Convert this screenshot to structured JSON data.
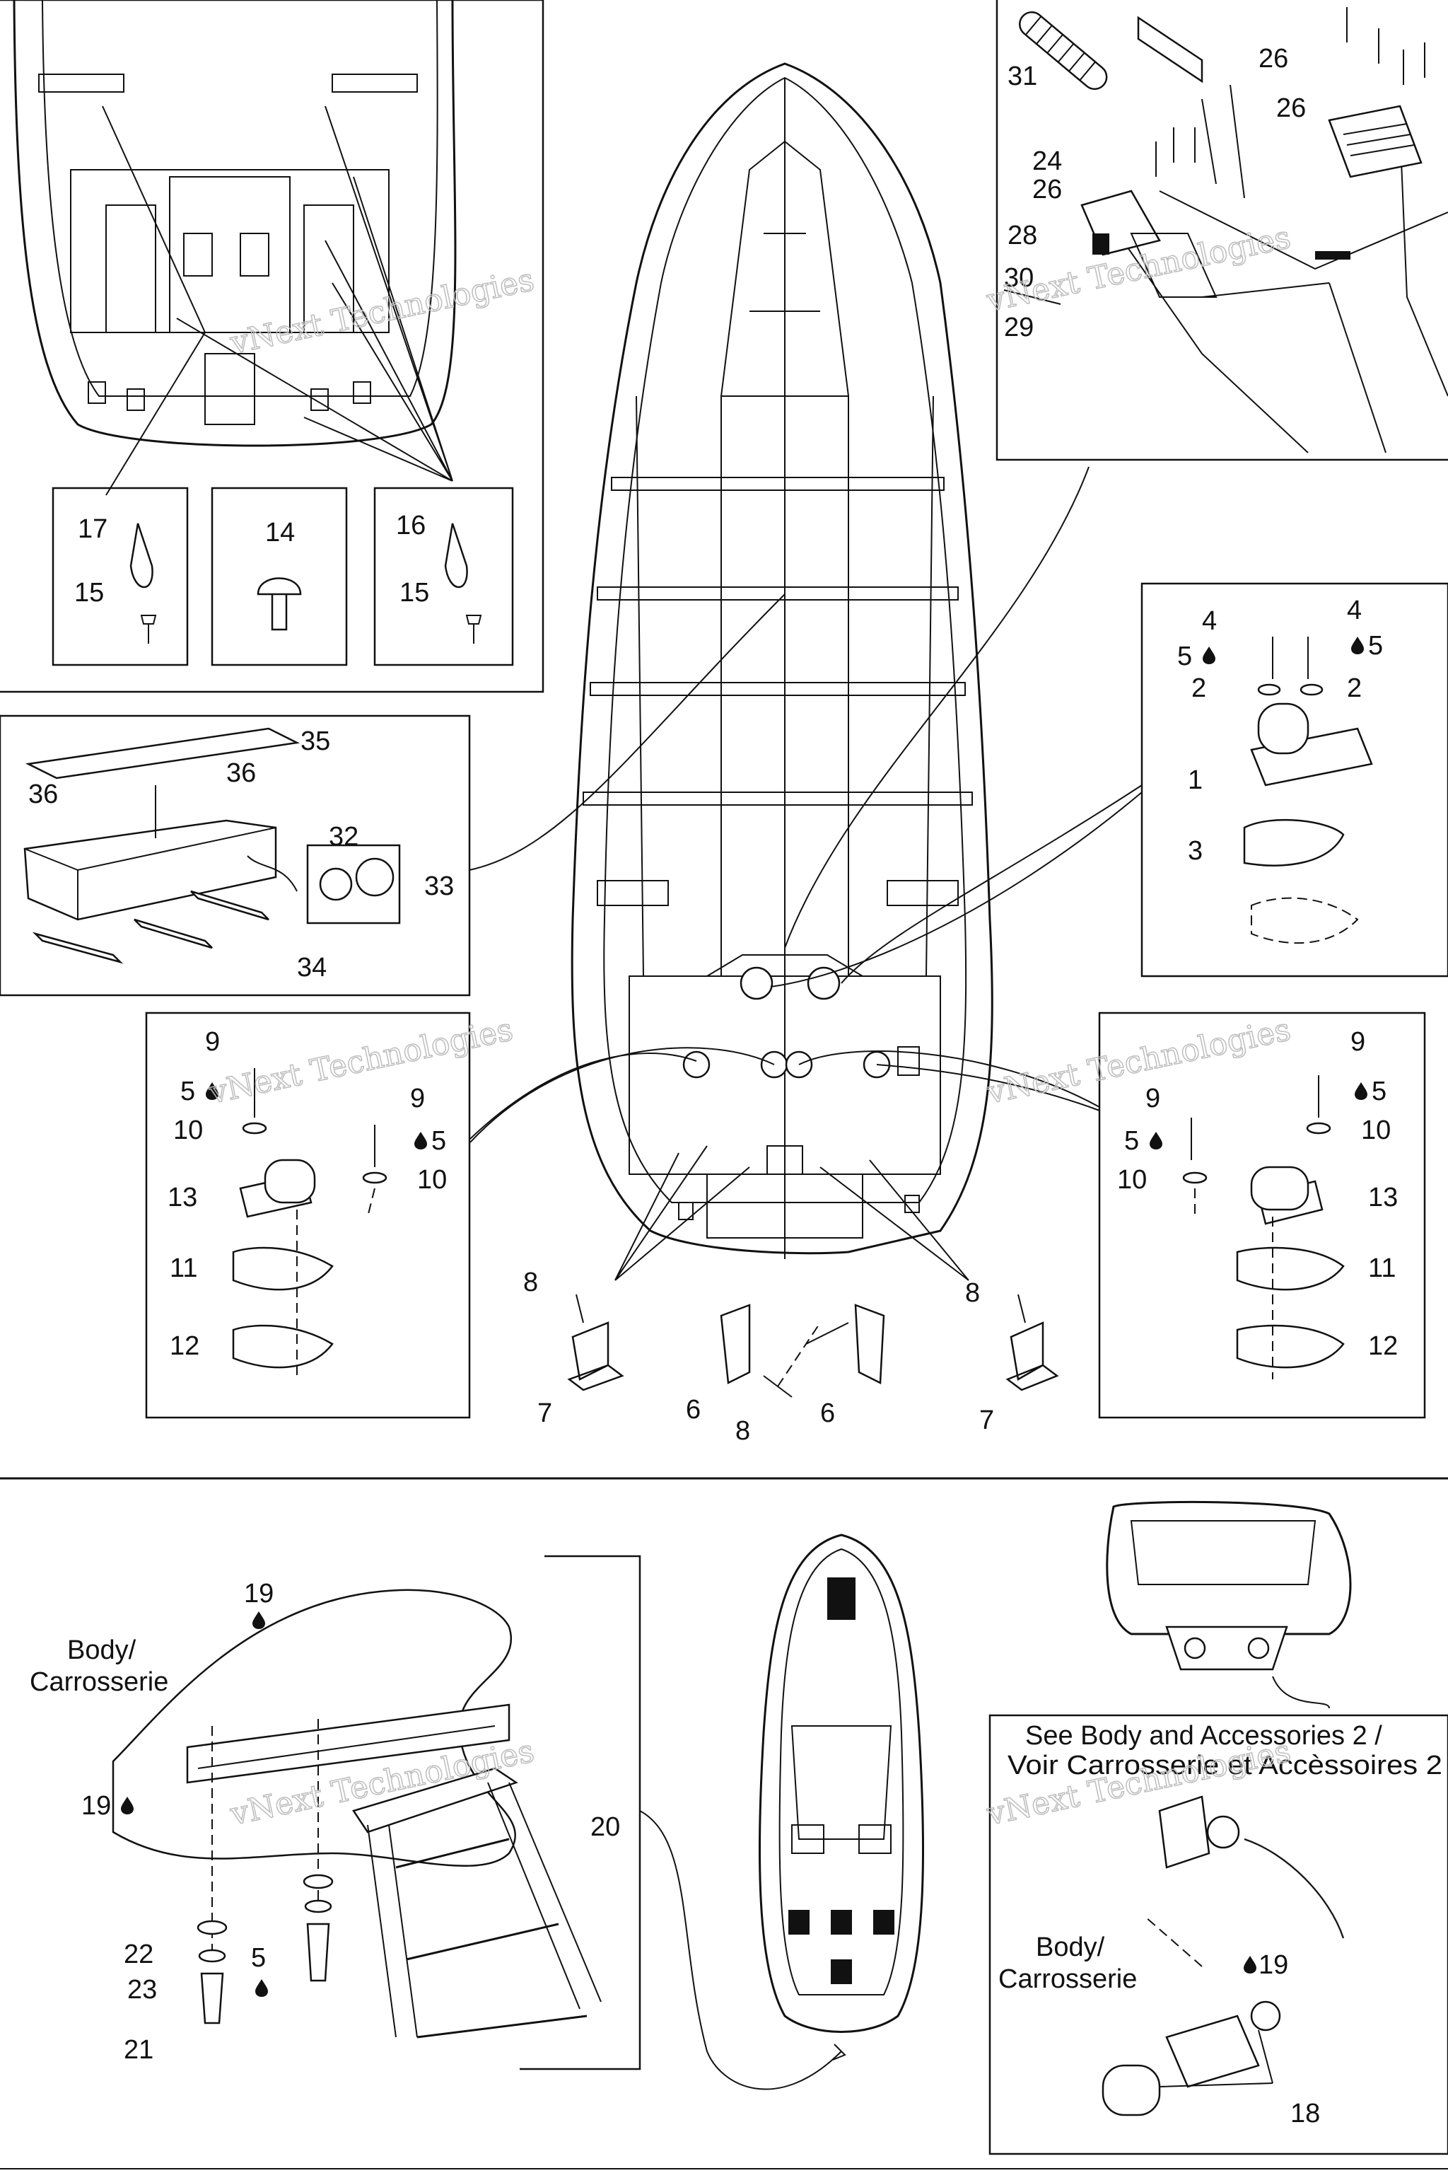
{
  "watermark": {
    "brand": "vNext Technologies",
    "stroke_color": "#bdbdbd"
  },
  "callouts": {
    "c1": "1",
    "c2a": "2",
    "c2b": "2",
    "c3": "3",
    "c4a": "4",
    "c4b": "4",
    "c5a": "5",
    "c5b": "5",
    "c5c": "5",
    "c5d": "5",
    "c5e": "5",
    "c5f": "5",
    "c5g": "5",
    "c6a": "6",
    "c6b": "6",
    "c7a": "7",
    "c7b": "7",
    "c8a": "8",
    "c8b": "8",
    "c8c": "8",
    "c9a": "9",
    "c9b": "9",
    "c9c": "9",
    "c9d": "9",
    "c10a": "10",
    "c10b": "10",
    "c10c": "10",
    "c10d": "10",
    "c11a": "11",
    "c11b": "11",
    "c12a": "12",
    "c12b": "12",
    "c13a": "13",
    "c13b": "13",
    "c14": "14",
    "c15a": "15",
    "c15b": "15",
    "c16": "16",
    "c17": "17",
    "c18": "18",
    "c19a": "19",
    "c19b": "19",
    "c19c": "19",
    "c20": "20",
    "c21": "21",
    "c22": "22",
    "c23": "23",
    "c24": "24",
    "c26a": "26",
    "c26b": "26",
    "c26c": "26",
    "c28": "28",
    "c29": "29",
    "c30": "30",
    "c31": "31",
    "c32": "32",
    "c33": "33",
    "c34": "34",
    "c35": "35",
    "c36a": "36",
    "c36b": "36"
  },
  "labels": {
    "body_left_1": "Body/",
    "body_left_2": "Carrosserie",
    "body_right_1": "Body/",
    "body_right_2": "Carrosserie",
    "see_ref_1": "See Body and Accessories 2 /",
    "see_ref_2": "Voir Carrosserie et Accèssoires 2"
  }
}
